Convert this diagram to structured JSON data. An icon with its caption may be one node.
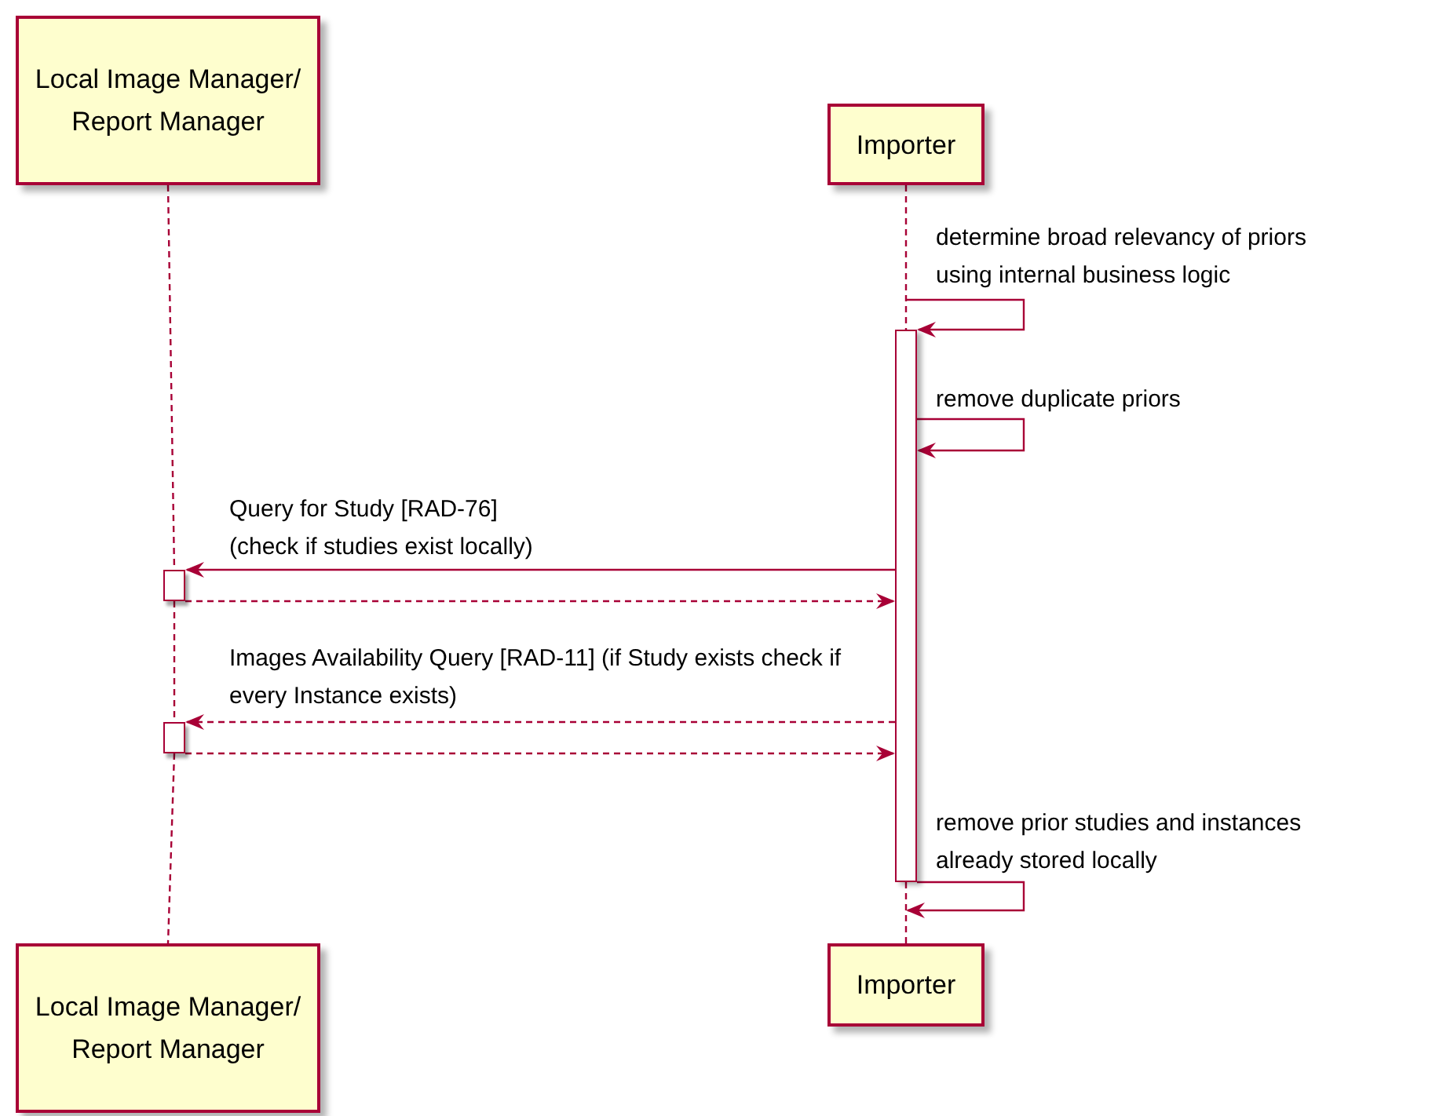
{
  "diagram": {
    "nodes": [
      {
        "text": [
          "Local Image Manager/ Report Manager"
        ]
      },
      {
        "text": [
          "Importer"
        ]
      },
      {
        "text": [
          "Local Image Manager/ Report Manager"
        ]
      },
      {
        "text": [
          "Importer"
        ]
      },
      {
        "text": [],
        "shape": "bar"
      },
      {
        "text": [],
        "shape": "box"
      },
      {
        "text": [],
        "shape": "box"
      }
    ],
    "edges": [
      {
        "from": 0,
        "to": 5,
        "arrow": "none",
        "style": "dashed"
      },
      {
        "from": 5,
        "to": 6,
        "arrow": "none",
        "style": "dashed"
      },
      {
        "from": 6,
        "to": 2,
        "arrow": "none",
        "style": "dashed"
      },
      {
        "from": 1,
        "to": 4,
        "arrow": "none",
        "style": "dashed"
      },
      {
        "from": 4,
        "to": 3,
        "arrow": "none",
        "style": "dashed"
      },
      {
        "from": null,
        "to": 4,
        "arrow": "to",
        "label": "determine broad relevancy of priors using internal business logic"
      },
      {
        "from": 4,
        "to": 4,
        "arrow": "to",
        "label": "remove duplicate priors"
      },
      {
        "from": 4,
        "to": 5,
        "arrow": "to",
        "label": "Query for Study [RAD-76] (check if studies exist locally)"
      },
      {
        "from": 5,
        "to": 4,
        "arrow": "to",
        "style": "dashed"
      },
      {
        "from": 4,
        "to": 6,
        "arrow": "to",
        "style": "dashed",
        "label": "Images Availability Query [RAD-11] (if Study exists check if every Instance exists)"
      },
      {
        "from": 6,
        "to": 4,
        "arrow": "to",
        "style": "dashed"
      },
      {
        "from": 4,
        "to": null,
        "arrow": "to",
        "label": "remove prior studies and instances already stored locally"
      }
    ]
  }
}
